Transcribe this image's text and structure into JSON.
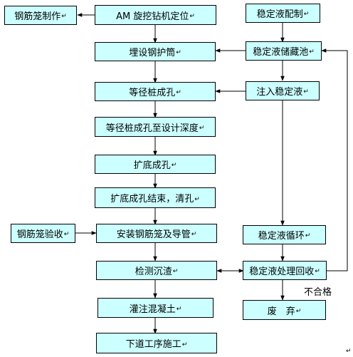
{
  "nodes": {
    "rebar_fab": "钢筋笼制作",
    "am_position": "AM 旋挖钻机定位",
    "slurry_make": "稳定液配制",
    "casing": "埋设钢护筒",
    "slurry_tank": "稳定液储藏池",
    "equal_hole": "等径桩成孔",
    "inject_slurry": "注入稳定液",
    "equal_hole_depth": "等径桩成孔至设计深度",
    "expand_hole": "扩底成孔",
    "expand_finish": "扩底成孔结束，清孔",
    "rebar_check": "钢筋笼验收",
    "install_cage": "安装钢筋笼及导管",
    "slurry_cycle": "稳定液循环",
    "check_sediment": "检测沉渣",
    "slurry_recycle": "稳定液处理回收",
    "pour_concrete": "灌注混凝土",
    "waste": "废　弃",
    "next_process": "下道工序施工"
  },
  "edge_labels": {
    "unqualified": "不合格"
  },
  "line_mark": "↵",
  "page_mark": "↵"
}
